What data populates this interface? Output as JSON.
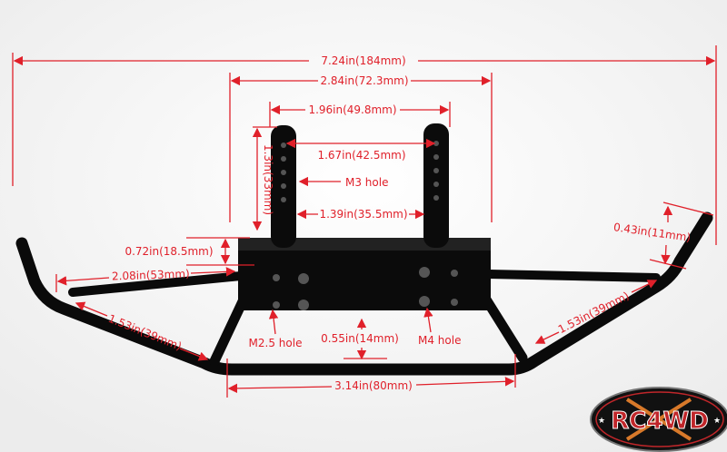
{
  "dimensions": {
    "overall_width": "7.24in(184mm)",
    "mount_width": "2.84in(72.3mm)",
    "post_outer_width": "1.96in(49.8mm)",
    "post_center_width": "1.67in(42.5mm)",
    "post_inner_width": "1.39in(35.5mm)",
    "post_height": "1.3in(33mm)",
    "plate_height": "0.72in(18.5mm)",
    "side_bar_length": "2.08in(53mm)",
    "left_diagonal": "1.53in(39mm)",
    "right_diagonal": "1.53in(39mm)",
    "lower_gap": "0.55in(14mm)",
    "front_bar_length": "3.14in(80mm)",
    "end_height": "0.43in(11mm)"
  },
  "holes": {
    "m3": "M3 hole",
    "m25": "M2.5 hole",
    "m4": "M4 hole"
  },
  "logo": {
    "text": "RC4WD"
  },
  "colors": {
    "annotation": "#e0202a",
    "product": "#0a0a0a"
  }
}
